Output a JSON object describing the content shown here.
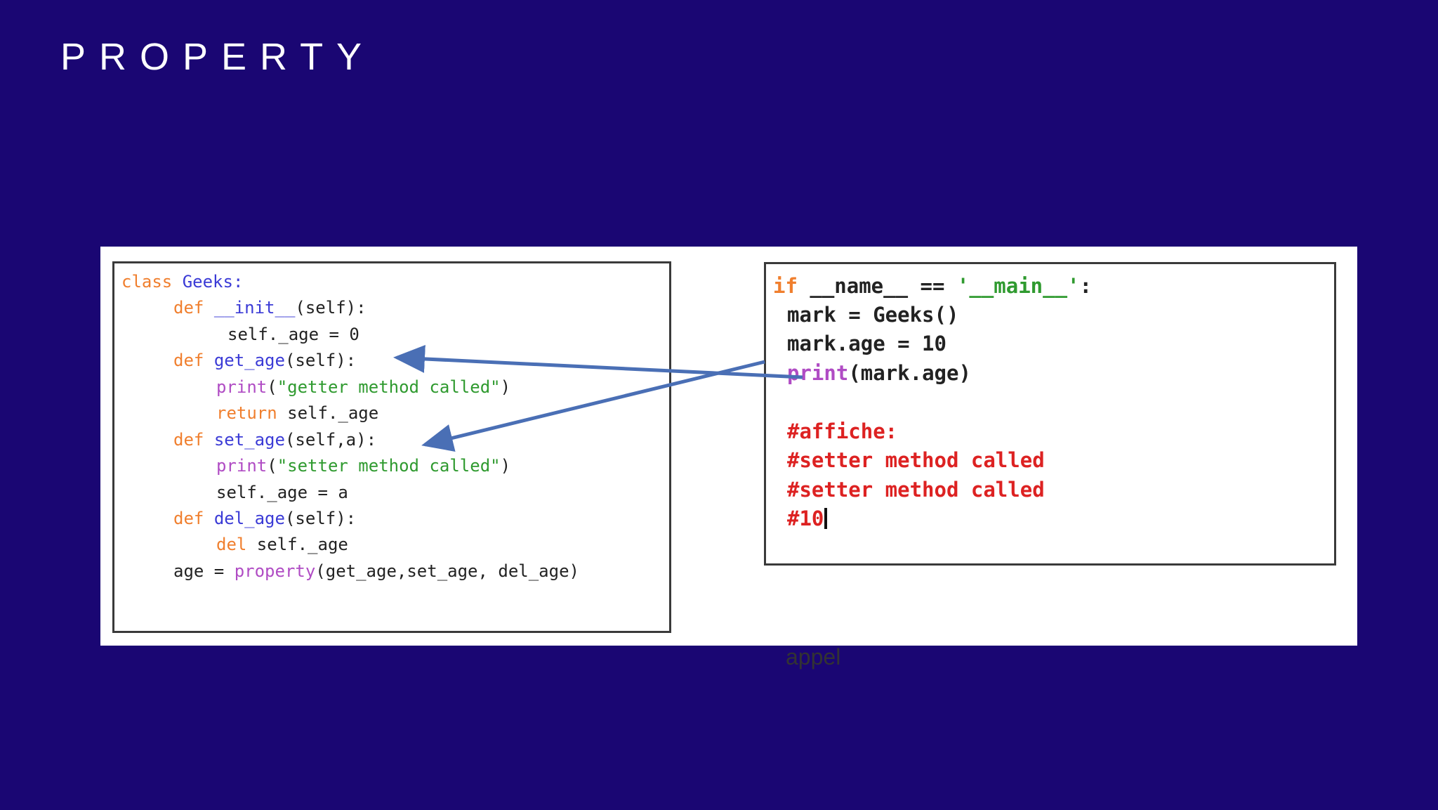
{
  "slide": {
    "title": "PROPERTY"
  },
  "left_code": {
    "lines": {
      "l1": [
        "class",
        " ",
        "Geeks:"
      ],
      "l2": [
        "def",
        " ",
        "__init__",
        "(self):"
      ],
      "l3": [
        "self._age = 0"
      ],
      "l4": [
        "def",
        " ",
        "get_age",
        "(self):"
      ],
      "l5": [
        "print",
        "(",
        "\"getter method called\"",
        ")"
      ],
      "l6": [
        "return",
        " self._age"
      ],
      "l7": [
        "def",
        " ",
        "set_age",
        "(self,a):"
      ],
      "l8": [
        "print",
        "(",
        "\"setter method called\"",
        ")"
      ],
      "l9": [
        "self._age = a"
      ],
      "l10": [
        "def",
        " ",
        "del_age",
        "(self):"
      ],
      "l11": [
        "del",
        " self._age"
      ],
      "l12": [
        "age = ",
        "property",
        "(get_age,set_age, del_age)"
      ]
    }
  },
  "right_code": {
    "lines": {
      "r1": [
        "if",
        " __name__ == ",
        "'__main__'",
        ":"
      ],
      "r2": "mark = Geeks()",
      "r3": "mark.age = 10",
      "r4": [
        "print",
        "(mark.age)"
      ],
      "r5": "#affiche:",
      "r6": "#setter method called",
      "r7": "#setter method called",
      "r8": "#10"
    }
  },
  "annotation": {
    "label": "appel"
  },
  "colors": {
    "background": "#1a0673",
    "keyword": "#f07f2e",
    "function_name": "#3b3bd6",
    "builtin": "#b04cc4",
    "string": "#2f9a2f",
    "comment": "#dd2222",
    "arrow": "#4a6fb5"
  }
}
